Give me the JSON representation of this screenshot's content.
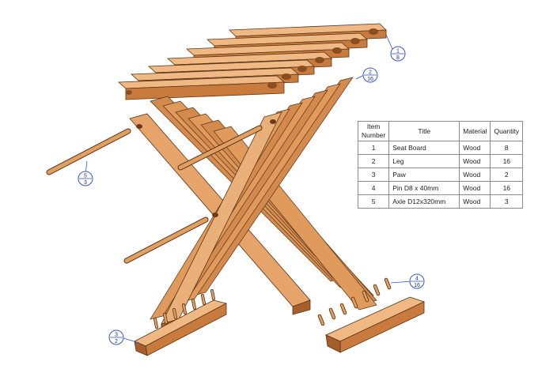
{
  "bom": {
    "headers": [
      "Item\nNumber",
      "Title",
      "Material",
      "Quantity"
    ],
    "rows": [
      [
        "1",
        "Seat Board",
        "Wood",
        "8"
      ],
      [
        "2",
        "Leg",
        "Wood",
        "16"
      ],
      [
        "3",
        "Paw",
        "Wood",
        "2"
      ],
      [
        "4",
        "Pin D8 x 40mm",
        "Wood",
        "16"
      ],
      [
        "5",
        "Axle D12x320mm",
        "Wood",
        "3"
      ]
    ]
  },
  "balloons": [
    {
      "item": "1",
      "qty": "8"
    },
    {
      "item": "2",
      "qty": "16"
    },
    {
      "item": "5",
      "qty": "3"
    },
    {
      "item": "3",
      "qty": "2"
    },
    {
      "item": "4",
      "qty": "16"
    }
  ],
  "colors": {
    "wood_top": "#e6a46a",
    "wood_side": "#c97b3d",
    "wood_dark": "#a65f2a",
    "outline": "#5a3418",
    "balloon": "#3a56c9"
  }
}
